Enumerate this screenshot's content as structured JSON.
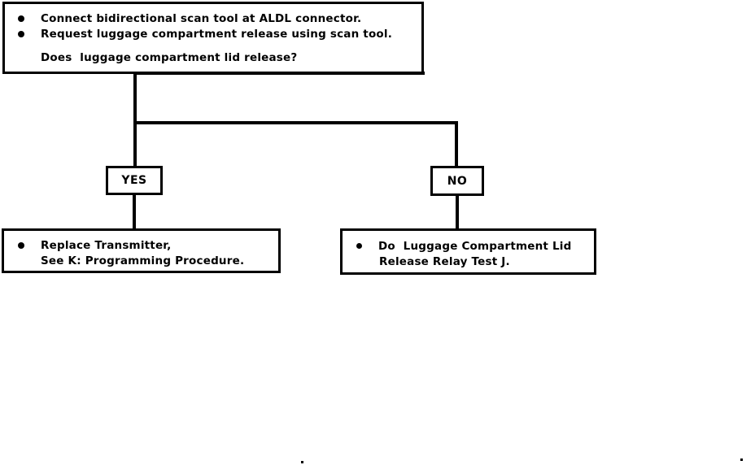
{
  "diagram": {
    "type": "flowchart",
    "title_block": {
      "name": "question-box",
      "bullets": [
        "Connect bidirectional scan tool at ALDL connector.",
        "Request luggage compartment release using scan tool."
      ],
      "question": "Does  luggage compartment lid release?"
    },
    "decisions": [
      {
        "name": "yes-branch",
        "label": "YES"
      },
      {
        "name": "no-branch",
        "label": "NO"
      }
    ],
    "outcomes": [
      {
        "name": "replace-transmitter-box",
        "lines": [
          "Replace Transmitter,",
          "See K: Programming Procedure."
        ]
      },
      {
        "name": "relay-test-box",
        "lines": [
          "Do  Luggage Compartment Lid",
          "Release Relay Test J."
        ]
      }
    ],
    "colors": {
      "line": "#000000",
      "background": "#ffffff",
      "text": "#000000"
    }
  }
}
